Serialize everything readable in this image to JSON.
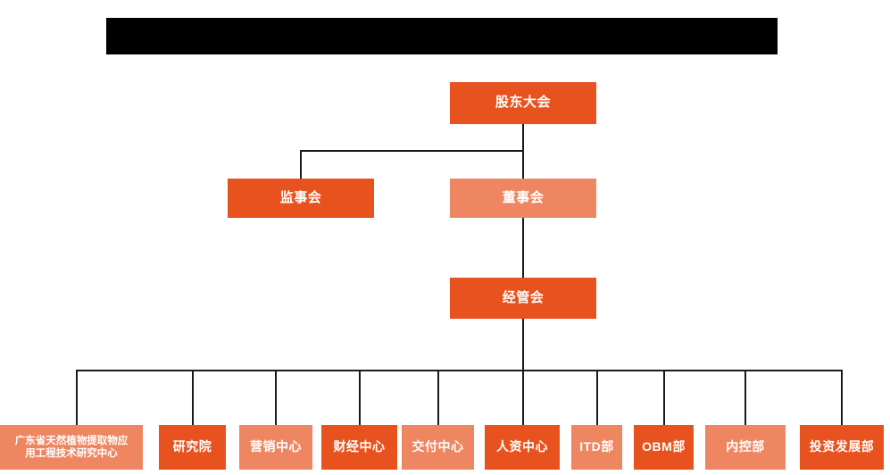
{
  "banner": {
    "redacted": true,
    "text": ""
  },
  "colors": {
    "dark_orange": "#E8521E",
    "light_salmon": "#EE8761",
    "connector": "#1a1a1a",
    "background": "#ffffff",
    "banner": "#000000"
  },
  "chart_data": {
    "type": "diagram",
    "title": "",
    "orientation": "top-down",
    "nodes": [
      {
        "id": "n1",
        "label": "股东大会",
        "level": 1,
        "tone": "dark"
      },
      {
        "id": "n2",
        "label": "监事会",
        "level": 2,
        "tone": "dark"
      },
      {
        "id": "n3",
        "label": "董事会",
        "level": 2,
        "tone": "light"
      },
      {
        "id": "n4",
        "label": "经管会",
        "level": 3,
        "tone": "dark"
      },
      {
        "id": "n5",
        "label": "广东省天然植物提取物应用工程技术研究中心",
        "level": 4,
        "tone": "light"
      },
      {
        "id": "n6",
        "label": "研究院",
        "level": 4,
        "tone": "dark"
      },
      {
        "id": "n7",
        "label": "营销中心",
        "level": 4,
        "tone": "light"
      },
      {
        "id": "n8",
        "label": "财经中心",
        "level": 4,
        "tone": "dark"
      },
      {
        "id": "n9",
        "label": "交付中心",
        "level": 4,
        "tone": "light"
      },
      {
        "id": "n10",
        "label": "人资中心",
        "level": 4,
        "tone": "dark"
      },
      {
        "id": "n11",
        "label": "ITD部",
        "level": 4,
        "tone": "light"
      },
      {
        "id": "n12",
        "label": "OBM部",
        "level": 4,
        "tone": "dark"
      },
      {
        "id": "n13",
        "label": "内控部",
        "level": 4,
        "tone": "light"
      },
      {
        "id": "n14",
        "label": "投资发展部",
        "level": 4,
        "tone": "dark"
      }
    ],
    "edges": [
      {
        "from": "n1",
        "to": "n2"
      },
      {
        "from": "n1",
        "to": "n3"
      },
      {
        "from": "n3",
        "to": "n4"
      },
      {
        "from": "n4",
        "to": "n5"
      },
      {
        "from": "n4",
        "to": "n6"
      },
      {
        "from": "n4",
        "to": "n7"
      },
      {
        "from": "n4",
        "to": "n8"
      },
      {
        "from": "n4",
        "to": "n9"
      },
      {
        "from": "n4",
        "to": "n10"
      },
      {
        "from": "n4",
        "to": "n11"
      },
      {
        "from": "n4",
        "to": "n12"
      },
      {
        "from": "n4",
        "to": "n13"
      },
      {
        "from": "n4",
        "to": "n14"
      }
    ]
  },
  "nodes": {
    "shareholders_meeting": "股东大会",
    "board_of_supervisors": "监事会",
    "board_of_directors": "董事会",
    "management_committee": "经管会",
    "leaf_1": "广东省天然植物提取物应",
    "leaf_1_line2": "用工程技术研究中心",
    "leaf_2": "研究院",
    "leaf_3": "营销中心",
    "leaf_4": "财经中心",
    "leaf_5": "交付中心",
    "leaf_6": "人资中心",
    "leaf_7": "ITD部",
    "leaf_8": "OBM部",
    "leaf_9": "内控部",
    "leaf_10": "投资发展部"
  }
}
